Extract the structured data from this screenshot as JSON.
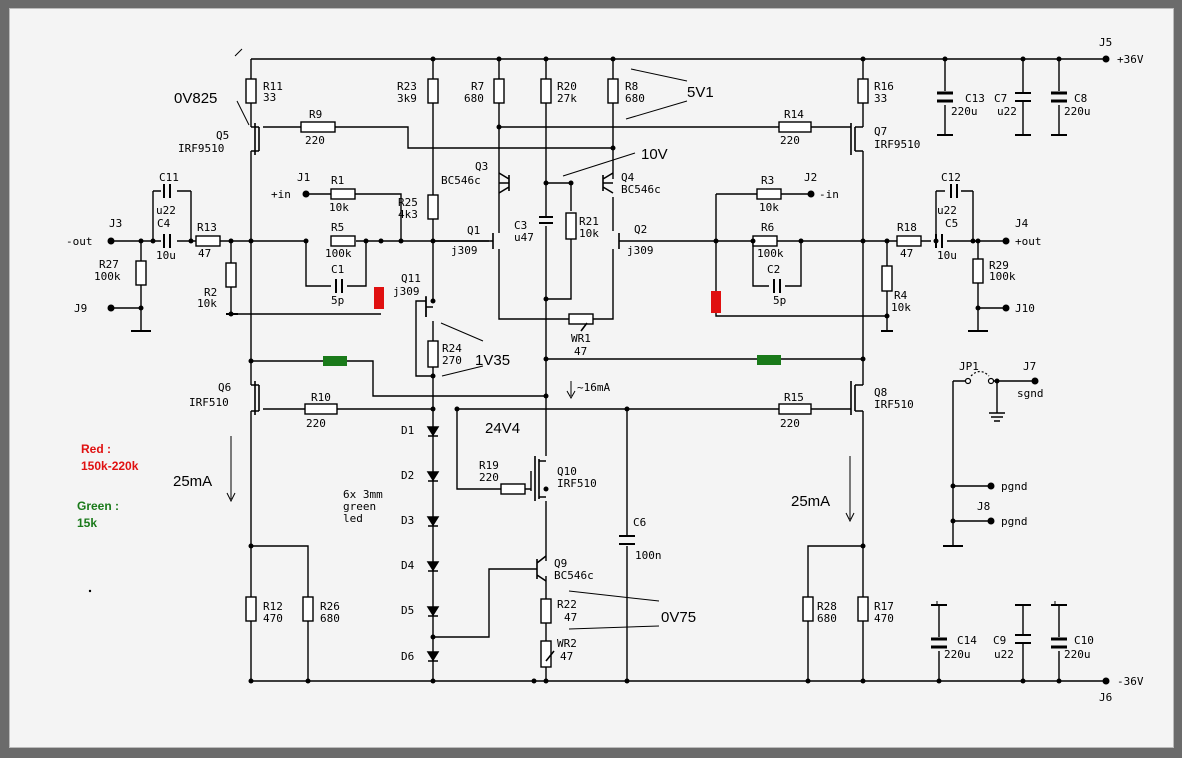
{
  "rails": {
    "pos": "+36V",
    "neg": "-36V"
  },
  "connectors": {
    "J1": "J1",
    "J1_label": "+in",
    "J2": "J2",
    "J2_label": "-in",
    "J3": "J3",
    "J3_label": "-out",
    "J4": "J4",
    "J4_label": "+out",
    "J5": "J5",
    "J6": "J6",
    "J7": "J7",
    "J7_label": "sgnd",
    "J8": "J8",
    "J8_label1": "pgnd",
    "J8_label2": "pgnd",
    "J9": "J9",
    "J10": "J10",
    "JP1": "JP1"
  },
  "components": [
    {
      "ref": "R11",
      "val": "33"
    },
    {
      "ref": "R9",
      "val": "220"
    },
    {
      "ref": "Q5",
      "val": "IRF9510"
    },
    {
      "ref": "C11",
      "val": "u22"
    },
    {
      "ref": "C4",
      "val": "10u"
    },
    {
      "ref": "R13",
      "val": "47"
    },
    {
      "ref": "R27",
      "val": "100k"
    },
    {
      "ref": "R2",
      "val": "10k"
    },
    {
      "ref": "R1",
      "val": "10k"
    },
    {
      "ref": "R5",
      "val": "100k"
    },
    {
      "ref": "C1",
      "val": "5p"
    },
    {
      "ref": "R23",
      "val": "3k9"
    },
    {
      "ref": "R25",
      "val": "4k3"
    },
    {
      "ref": "Q11",
      "val": "j309"
    },
    {
      "ref": "R24",
      "val": "270"
    },
    {
      "ref": "R7",
      "val": "680"
    },
    {
      "ref": "R20",
      "val": "27k"
    },
    {
      "ref": "R8",
      "val": "680"
    },
    {
      "ref": "Q3",
      "val": "BC546c"
    },
    {
      "ref": "Q4",
      "val": "BC546c"
    },
    {
      "ref": "Q1",
      "val": "j309"
    },
    {
      "ref": "Q2",
      "val": "j309"
    },
    {
      "ref": "C3",
      "val": "u47"
    },
    {
      "ref": "R21",
      "val": "10k"
    },
    {
      "ref": "WR1",
      "val": "47"
    },
    {
      "ref": "R16",
      "val": "33"
    },
    {
      "ref": "R14",
      "val": "220"
    },
    {
      "ref": "Q7",
      "val": "IRF9510"
    },
    {
      "ref": "C13",
      "val": "220u"
    },
    {
      "ref": "C7",
      "val": "u22"
    },
    {
      "ref": "C8",
      "val": "220u"
    },
    {
      "ref": "R3",
      "val": "10k"
    },
    {
      "ref": "R6",
      "val": "100k"
    },
    {
      "ref": "C2",
      "val": "5p"
    },
    {
      "ref": "R18",
      "val": "47"
    },
    {
      "ref": "C12",
      "val": "u22"
    },
    {
      "ref": "C5",
      "val": "10u"
    },
    {
      "ref": "R29",
      "val": "100k"
    },
    {
      "ref": "R4",
      "val": "10k"
    },
    {
      "ref": "Q6",
      "val": "IRF510"
    },
    {
      "ref": "R10",
      "val": "220"
    },
    {
      "ref": "R15",
      "val": "220"
    },
    {
      "ref": "Q8",
      "val": "IRF510"
    },
    {
      "ref": "R19",
      "val": "220"
    },
    {
      "ref": "Q10",
      "val": "IRF510"
    },
    {
      "ref": "C6",
      "val": "100n"
    },
    {
      "ref": "Q9",
      "val": "BC546c"
    },
    {
      "ref": "R22",
      "val": "47"
    },
    {
      "ref": "WR2",
      "val": "47"
    },
    {
      "ref": "R12",
      "val": "470"
    },
    {
      "ref": "R26",
      "val": "680"
    },
    {
      "ref": "R28",
      "val": "680"
    },
    {
      "ref": "R17",
      "val": "470"
    },
    {
      "ref": "C14",
      "val": "220u"
    },
    {
      "ref": "C9",
      "val": "u22"
    },
    {
      "ref": "C10",
      "val": "220u"
    }
  ],
  "diodes": [
    "D1",
    "D2",
    "D3",
    "D4",
    "D5",
    "D6"
  ],
  "led_note": [
    "6x 3mm",
    "green",
    "led"
  ],
  "current_note": "~16mA",
  "annotations": {
    "v_0v825": "0V825",
    "v_5v1": "5V1",
    "v_10v": "10V",
    "v_1v35": "1V35",
    "v_24v4": "24V4",
    "v_0v75": "0V75",
    "i_left": "25mA",
    "i_right": "25mA"
  },
  "notes": {
    "red_title": "Red :",
    "red_value": "150k-220k",
    "green_title": "Green :",
    "green_value": "15k"
  },
  "colors": {
    "wire": "#000000",
    "red": "#e01010",
    "green": "#1a7a1a",
    "paper": "#f4f4f4"
  }
}
